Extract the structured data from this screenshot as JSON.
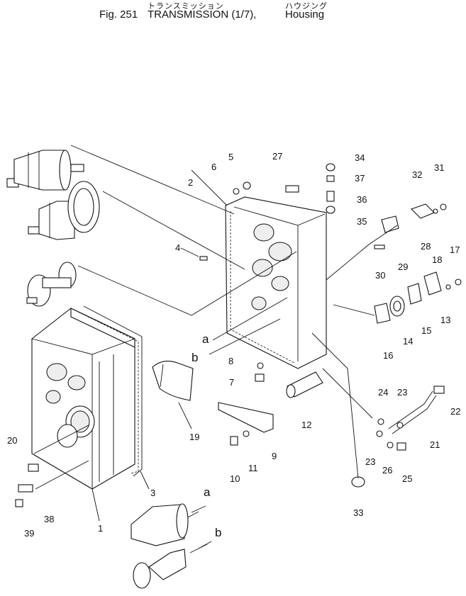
{
  "header": {
    "fig_label": "Fig. 251",
    "title_jp": "トランスミッション",
    "title_en": "TRANSMISSION (1/7),",
    "subtitle_jp": "ハウジング",
    "subtitle_en": "Housing"
  },
  "callouts": [
    "1",
    "2",
    "3",
    "4",
    "5",
    "6",
    "7",
    "8",
    "9",
    "10",
    "11",
    "12",
    "13",
    "14",
    "15",
    "16",
    "17",
    "18",
    "19",
    "20",
    "21",
    "22",
    "23",
    "23",
    "24",
    "25",
    "26",
    "27",
    "28",
    "29",
    "30",
    "31",
    "32",
    "33",
    "34",
    "35",
    "36",
    "37",
    "38",
    "39"
  ],
  "ref_letters": [
    "a",
    "b",
    "a",
    "b"
  ]
}
